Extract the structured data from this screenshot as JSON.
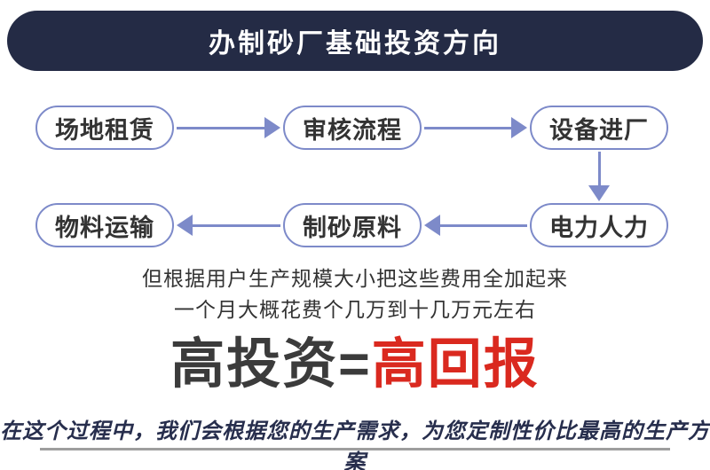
{
  "header": {
    "title": "办制砂厂基础投资方向"
  },
  "flowchart": {
    "row1": [
      {
        "label": "场地租赁"
      },
      {
        "label": "审核流程"
      },
      {
        "label": "设备进厂"
      }
    ],
    "row2": [
      {
        "label": "物料运输"
      },
      {
        "label": "制砂原料"
      },
      {
        "label": "电力人力"
      }
    ]
  },
  "description": {
    "line1": "但根据用户生产规模大小把这些费用全加起来",
    "line2": "一个月大概花费个几万到十几万元左右"
  },
  "slogan": {
    "left": "高投资=",
    "right": "高回报"
  },
  "footer": {
    "text": "在这个过程中，我们会根据您的生产需求，为您定制性价比最高的生产方案"
  },
  "colors": {
    "header_bg": "#242b45",
    "header_text": "#ffffff",
    "box_border": "#7d8ac9",
    "arrow": "#7d8ac9",
    "box_text": "#333333",
    "description_text": "#333333",
    "slogan_dark": "#3b3b3b",
    "slogan_red": "#da291f",
    "footer_text": "#272e4d",
    "divider": "#9e9e9e",
    "background": "#ffffff"
  }
}
